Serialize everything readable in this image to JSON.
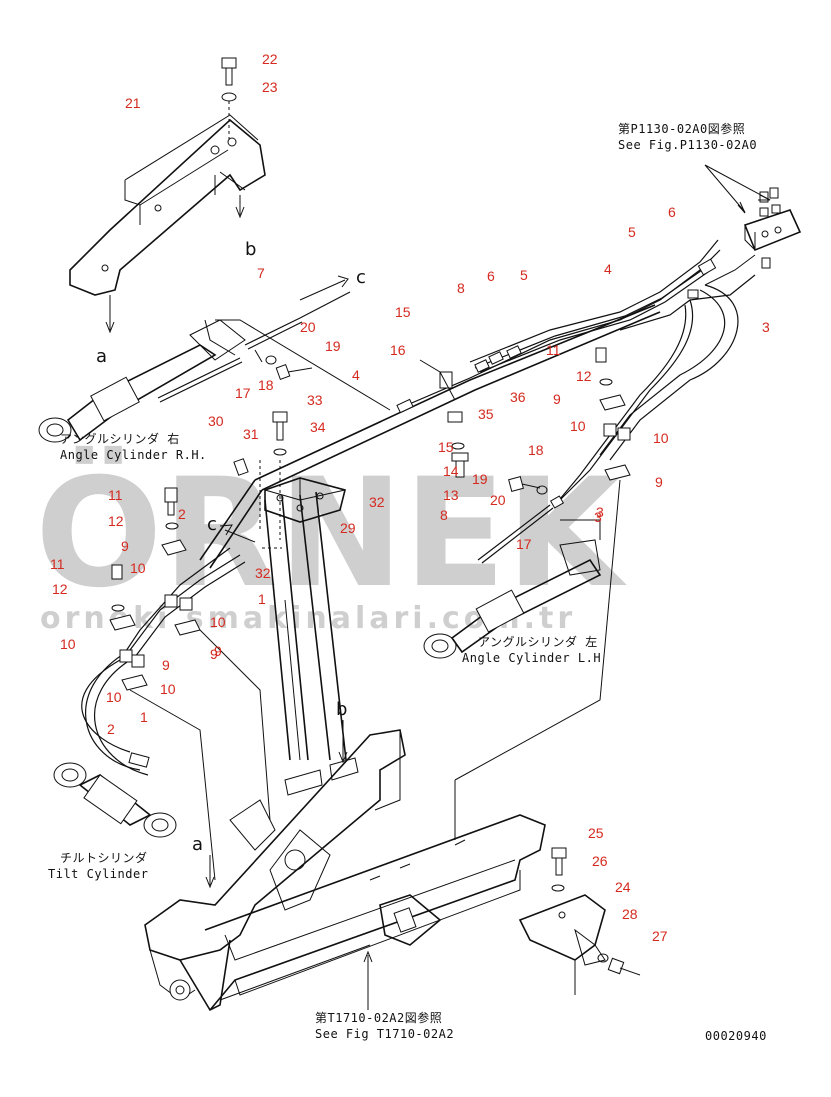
{
  "watermark": {
    "brand": "ÖRNEK",
    "site": "orneki smakinalari.com.tr"
  },
  "references": {
    "top_right_jp": "第P1130-02A0図参照",
    "top_right_en": "See Fig.P1130-02A0",
    "bottom_jp": "第T1710-02A2図参照",
    "bottom_en": "See Fig T1710-02A2"
  },
  "cylinder_labels": {
    "angle_rh_jp": "アングルシリンダ 右",
    "angle_rh_en": "Angle Cylinder R.H.",
    "angle_lh_jp": "アングルシリンダ 左",
    "angle_lh_en": "Angle Cylinder L.H",
    "tilt_jp": "チルトシリンダ",
    "tilt_en": "Tilt Cylinder"
  },
  "view_letters": [
    "a",
    "b",
    "c",
    "c",
    "a",
    "b"
  ],
  "drawing_code": "00020940",
  "callouts": [
    "22",
    "23",
    "21",
    "7",
    "20",
    "19",
    "18",
    "17",
    "33",
    "4",
    "15",
    "16",
    "8",
    "6",
    "5",
    "35",
    "36",
    "11",
    "12",
    "9",
    "15",
    "14",
    "13",
    "19",
    "20",
    "18",
    "17",
    "8",
    "3",
    "10",
    "10",
    "9",
    "3",
    "4",
    "5",
    "6",
    "3",
    "31",
    "34",
    "30",
    "32",
    "29",
    "32",
    "11",
    "2",
    "12",
    "9",
    "11",
    "10",
    "1",
    "12",
    "10",
    "9",
    "10",
    "9",
    "10",
    "10",
    "9",
    "2",
    "1",
    "25",
    "26",
    "24",
    "28",
    "27"
  ]
}
